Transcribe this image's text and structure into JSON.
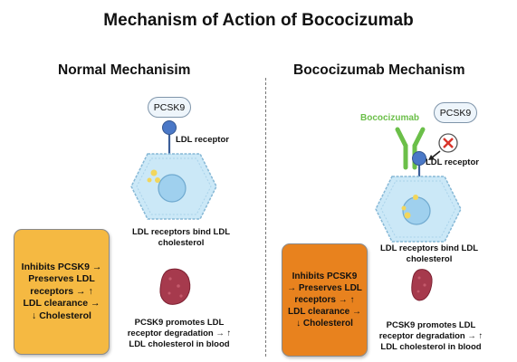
{
  "title": "Mechanism of Action of Bococizumab",
  "left": {
    "heading": "Normal Mechanisim",
    "pcsk9_label": "PCSK9",
    "receptor_label": "LDL receptor",
    "cell_caption": "LDL receptors bind LDL cholesterol",
    "liver_caption": "PCSK9 promotes LDL receptor degradation → ↑ LDL cholesterol in blood",
    "box_text": "Inhibits PCSK9 → Preserves LDL receptors → ↑ LDL clearance → ↓ Cholesterol"
  },
  "right": {
    "heading": "Bococizumab Mechanism",
    "antibody_label": "Bococizumab",
    "pcsk9_label": "PCSK9",
    "receptor_label": "LDL receptor",
    "cell_caption": "LDL receptors bind LDL cholesterol",
    "liver_caption": "PCSK9 promotes LDL receptor degradation → ↑ LDL cholesterol in blood",
    "box_text": "Inhibits PCSK9 → Preserves LDL receptors → ↑ LDL clearance → ↓ Cholesterol"
  },
  "colors": {
    "box_left": "#f5b942",
    "box_right": "#e8821e",
    "antibody": "#6bbf49",
    "receptor": "#4a78c7",
    "cell": "#cbe8f7",
    "liver": "#a63a4d",
    "block_x": "#d9352b"
  },
  "icons": [
    "pcsk9-protein-icon",
    "ldl-receptor-icon",
    "hepatocyte-cell-icon",
    "liver-icon",
    "antibody-icon",
    "blocked-x-icon",
    "arrow-icon"
  ]
}
